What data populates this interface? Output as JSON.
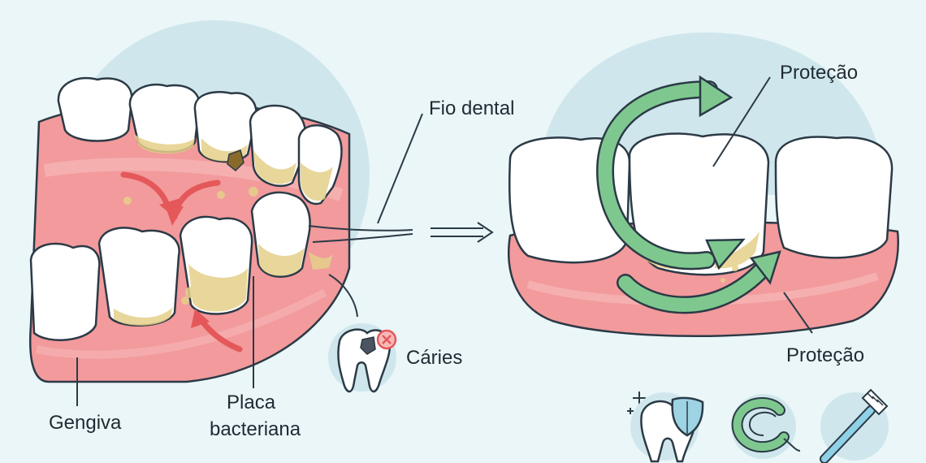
{
  "labels": {
    "fio_dental": "Fio dental",
    "gengiva": "Gengiva",
    "placa_line1": "Placa",
    "placa_line2": "bacteriana",
    "caries": "Cáries",
    "protecao_top": "Proteção",
    "protecao_bottom": "Proteção"
  },
  "colors": {
    "background": "#eaf6f8",
    "halo": "#cfe7ec",
    "gum": "#f29a9c",
    "gum_light": "#f7b8b8",
    "tooth": "#ffffff",
    "outline": "#2b3a46",
    "plaque": "#e4d08a",
    "red_arrow": "#e4585a",
    "green_arrow": "#7ec88f"
  },
  "icons": [
    "tooth-shield-icon",
    "floss-coil-icon",
    "toothbrush-icon",
    "decayed-tooth-icon",
    "sparkle-icon"
  ]
}
